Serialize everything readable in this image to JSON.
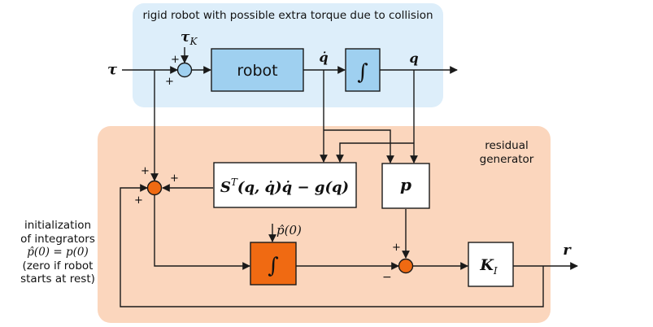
{
  "regions": {
    "robot_region_label": "rigid robot with possible extra torque due to collision",
    "residual_region_label_line1": "residual",
    "residual_region_label_line2": "generator"
  },
  "signals": {
    "input_tau": "τ",
    "tau_k_main": "τ",
    "tau_k_sub": "K",
    "q_dot": "q̇",
    "q": "q",
    "residual_r": "r",
    "p_hat_init": "p̂(0)"
  },
  "blocks": {
    "robot": "robot",
    "integrator_top": "∫",
    "integrator_bottom": "∫",
    "p_block": "p",
    "gain_main": "K",
    "gain_sub": "I",
    "s_term": "S",
    "s_sup": "T",
    "s_rest": "(q, q̇)q̇ − g(q)"
  },
  "signs": {
    "top_sum_plus_top": "+",
    "top_sum_plus_left": "+",
    "left_sum_plus_top": "+",
    "left_sum_plus_right": "+",
    "left_sum_plus_bottom": "+",
    "right_sum_plus_top": "+",
    "right_sum_minus_bottom": "−"
  },
  "note": {
    "line1": "initialization",
    "line2": "of integrators",
    "line3": "p̂(0) = p(0)",
    "line4": "(zero if robot",
    "line5": "starts at rest)"
  },
  "colors": {
    "robot_region": "#ddeefa",
    "residual_region": "#fbd6bd",
    "robot_block": "#9fd0f0",
    "integrator_top": "#9fd0f0",
    "integrator_bottom": "#f06a12",
    "white_block": "#ffffff",
    "junction_top": "#9fd0f0",
    "junction_bottom": "#f06a12",
    "line": "#1a1a1a"
  }
}
